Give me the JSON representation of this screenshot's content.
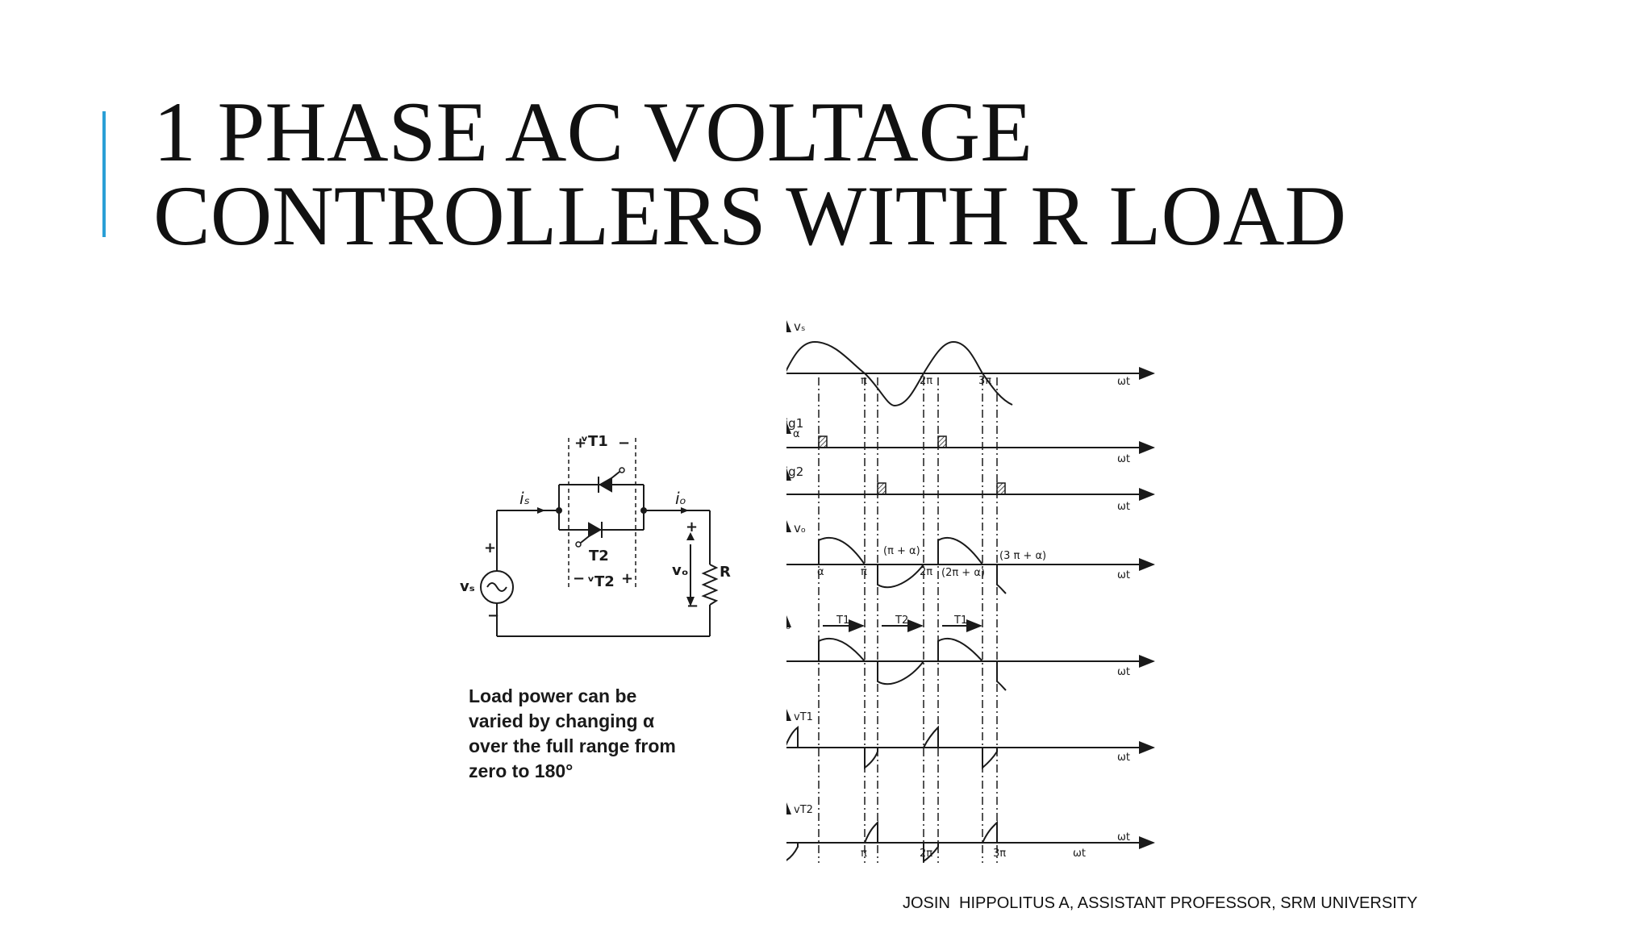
{
  "slide": {
    "title_line1": "1 PHASE AC VOLTAGE",
    "title_line2": "CONTROLLERS WITH R LOAD",
    "accent_color": "#2a9fd6",
    "footer": "JOSIN  HIPPOLITUS A, ASSISTANT PROFESSOR, SRM UNIVERSITY"
  },
  "note": {
    "line1": "Load power can be",
    "line2": "varied by changing α",
    "line3": "over the full range from",
    "line4": "zero to 180°"
  },
  "circuit": {
    "vs": "vₛ",
    "is": "iₛ",
    "io": "iₒ",
    "vo": "vₒ",
    "R": "R",
    "vt1": "ᵛT1",
    "vt2": "ᵛT2",
    "t2": "T2",
    "plus": "+",
    "minus": "−"
  },
  "waveforms": {
    "wt": "ωt",
    "vs": "vₛ",
    "ig1": "ig1",
    "ig2": "ig2",
    "vo": "vₒ",
    "io": "iₒ",
    "vt1": "vT1",
    "vt2": "vT2",
    "alpha": "α",
    "pi": "π",
    "two_pi": "2π",
    "three_pi": "3π",
    "pi_alpha": "(π + α)",
    "two_pi_alpha": "(2π + α)",
    "three_pi_alpha": "(3 π + α)",
    "t1_label": "T1",
    "t2_label": "T2"
  }
}
